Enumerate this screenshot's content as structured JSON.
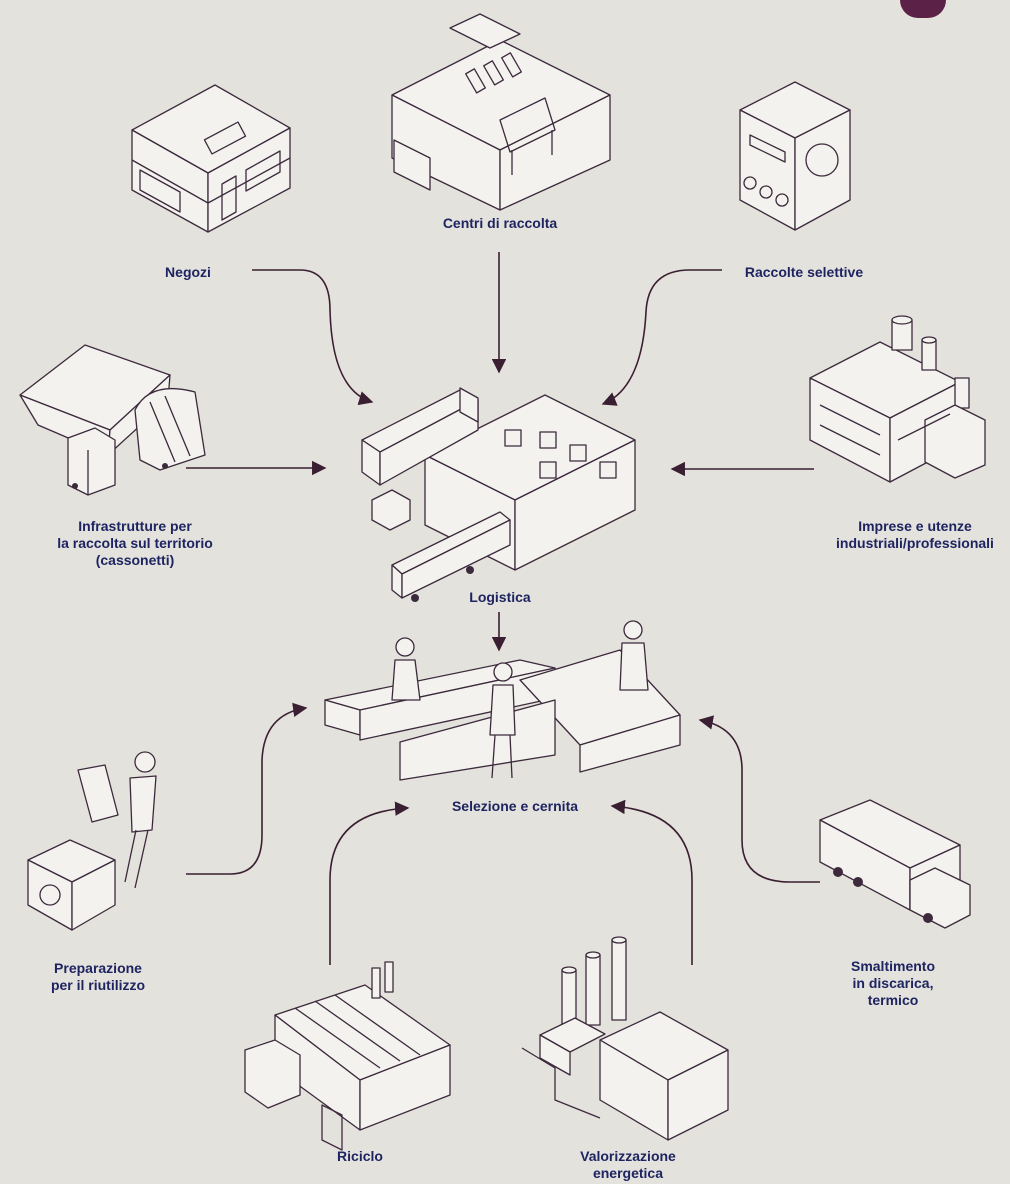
{
  "labels": {
    "negozi": "Negozi",
    "centri_di_raccolta": "Centri di raccolta",
    "raccolte_selettive": "Raccolte selettive",
    "infrastrutture": "Infrastrutture per\nla raccolta sul territorio\n(cassonetti)",
    "imprese": "Imprese e utenze\nindustriali/professionali",
    "logistica": "Logistica",
    "selezione_e_cernita": "Selezione e cernita",
    "preparazione": "Preparazione\nper il riutilizzo",
    "smaltimento": "Smaltimento\nin discarica,\ntermico",
    "riciclo": "Riciclo",
    "valorizzazione": "Valorizzazione\nenergetica"
  },
  "colors": {
    "background": "#e4e2dc",
    "label_text": "#1e2461",
    "line_art": "#3c2a3c",
    "arrows": "#3a1f33",
    "brand_accent": "#5b2147"
  }
}
